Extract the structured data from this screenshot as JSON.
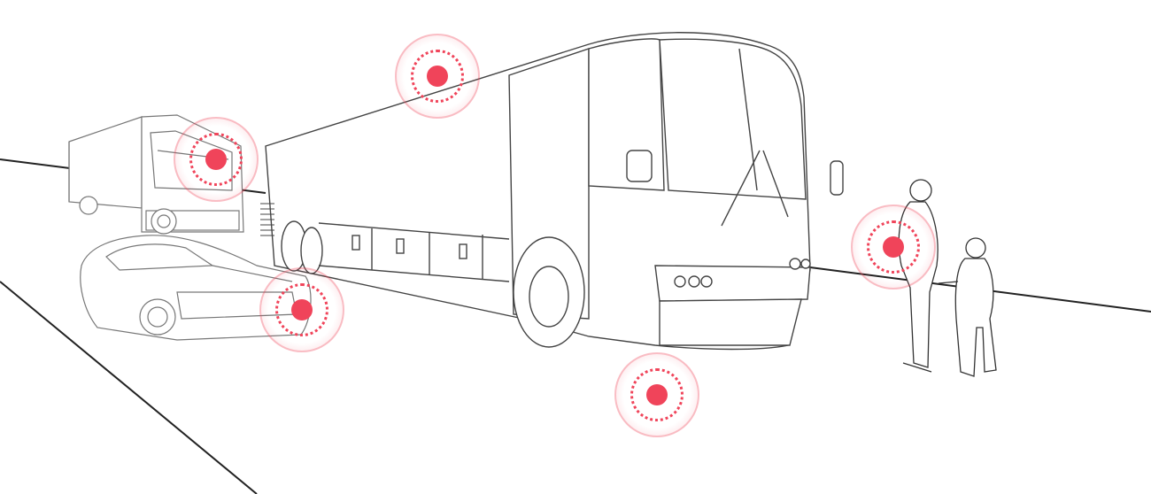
{
  "colors": {
    "hotspot": "#f0445a",
    "line": "#222222",
    "background": "#ffffff"
  },
  "scene": {
    "subjects": [
      "box-truck",
      "sports-car",
      "coach-bus",
      "pedestrians"
    ]
  },
  "hotspots": [
    {
      "id": "bus-roof-sensor",
      "icon": "sensor-dot-icon"
    },
    {
      "id": "truck-sensor",
      "icon": "sensor-dot-icon"
    },
    {
      "id": "car-sensor",
      "icon": "sensor-dot-icon"
    },
    {
      "id": "ground-sensor",
      "icon": "sensor-dot-icon"
    },
    {
      "id": "pedestrian-sensor",
      "icon": "sensor-dot-icon"
    }
  ]
}
